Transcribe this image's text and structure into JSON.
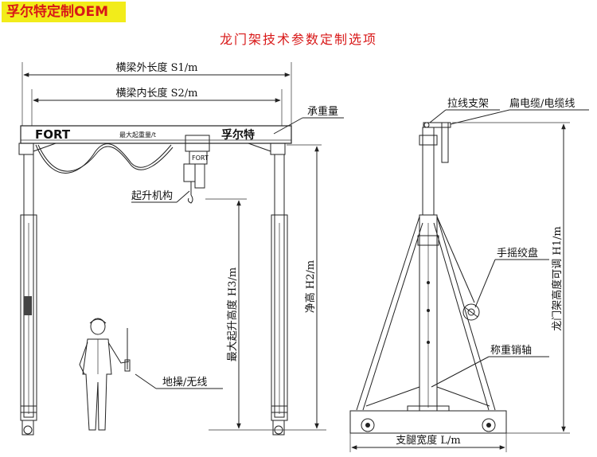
{
  "badge": "孚尔特定制OEM",
  "title": "龙门架技术参数定制选项",
  "beam": {
    "brand_left": "FORT",
    "capacity_label": "最大起重量/t",
    "brand_right": "孚尔特"
  },
  "hoist_tag": "FORT",
  "dimensions": {
    "outer_length": "横梁外长度 S1/m",
    "inner_length": "横梁内长度 S2/m",
    "load": "承重量",
    "hoist": "起升机构",
    "max_lift": "最大起升高度 H3/m",
    "clear_height": "净高 H2/m",
    "control": "地操/无线",
    "cable_bracket": "拉线支架",
    "flat_cable": "扁电缆/电缆线",
    "winch": "手摇绞盘",
    "pin": "称重销轴",
    "adjustable_height": "龙门架高度可调 H1/m",
    "leg_width": "支腿宽度 L/m"
  }
}
